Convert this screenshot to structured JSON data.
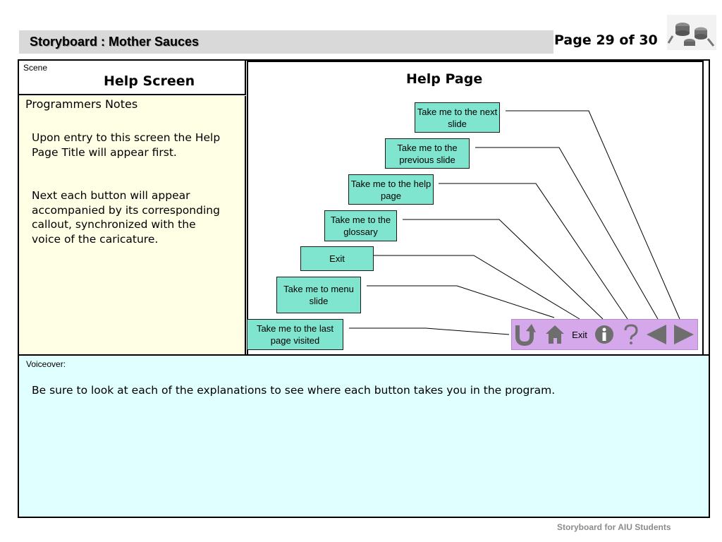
{
  "header": {
    "title": "Storyboard :  Mother Sauces",
    "page": "Page 29 of 30"
  },
  "scene": {
    "label": "Scene",
    "title": "Help Screen"
  },
  "notes": {
    "label": "Programmers Notes",
    "paragraphs": [
      "Upon entry to this screen the Help Page Title will appear first.",
      "Next each button will appear accompanied by its corresponding callout, synchronized with the voice of the caricature."
    ]
  },
  "stage": {
    "title": "Help Page",
    "callouts": [
      "Take me to the next slide",
      "Take me to the previous slide",
      "Take me to the help page",
      "Take me to the glossary",
      "Exit",
      "Take me to menu slide",
      "Take me to the last page visited"
    ],
    "nav": {
      "exit_label": "Exit",
      "icons": [
        "back-u-turn-icon",
        "home-icon",
        "exit-icon",
        "info-icon",
        "help-question-icon",
        "previous-arrow-icon",
        "next-arrow-icon"
      ]
    }
  },
  "voiceover": {
    "label": "Voiceover:",
    "text": "Be sure to look at each of the explanations to see where each button takes you in the program."
  },
  "footer": {
    "text": "Storyboard for AIU Students"
  },
  "colors": {
    "callout_fill": "#7fe5cf",
    "notes_bg": "#ffffe5",
    "voiceover_bg": "#e0ffff",
    "navbar_bg": "#d4a8eb",
    "icon_grey": "#6e6e6e",
    "title_bar": "#d9d9d9"
  }
}
